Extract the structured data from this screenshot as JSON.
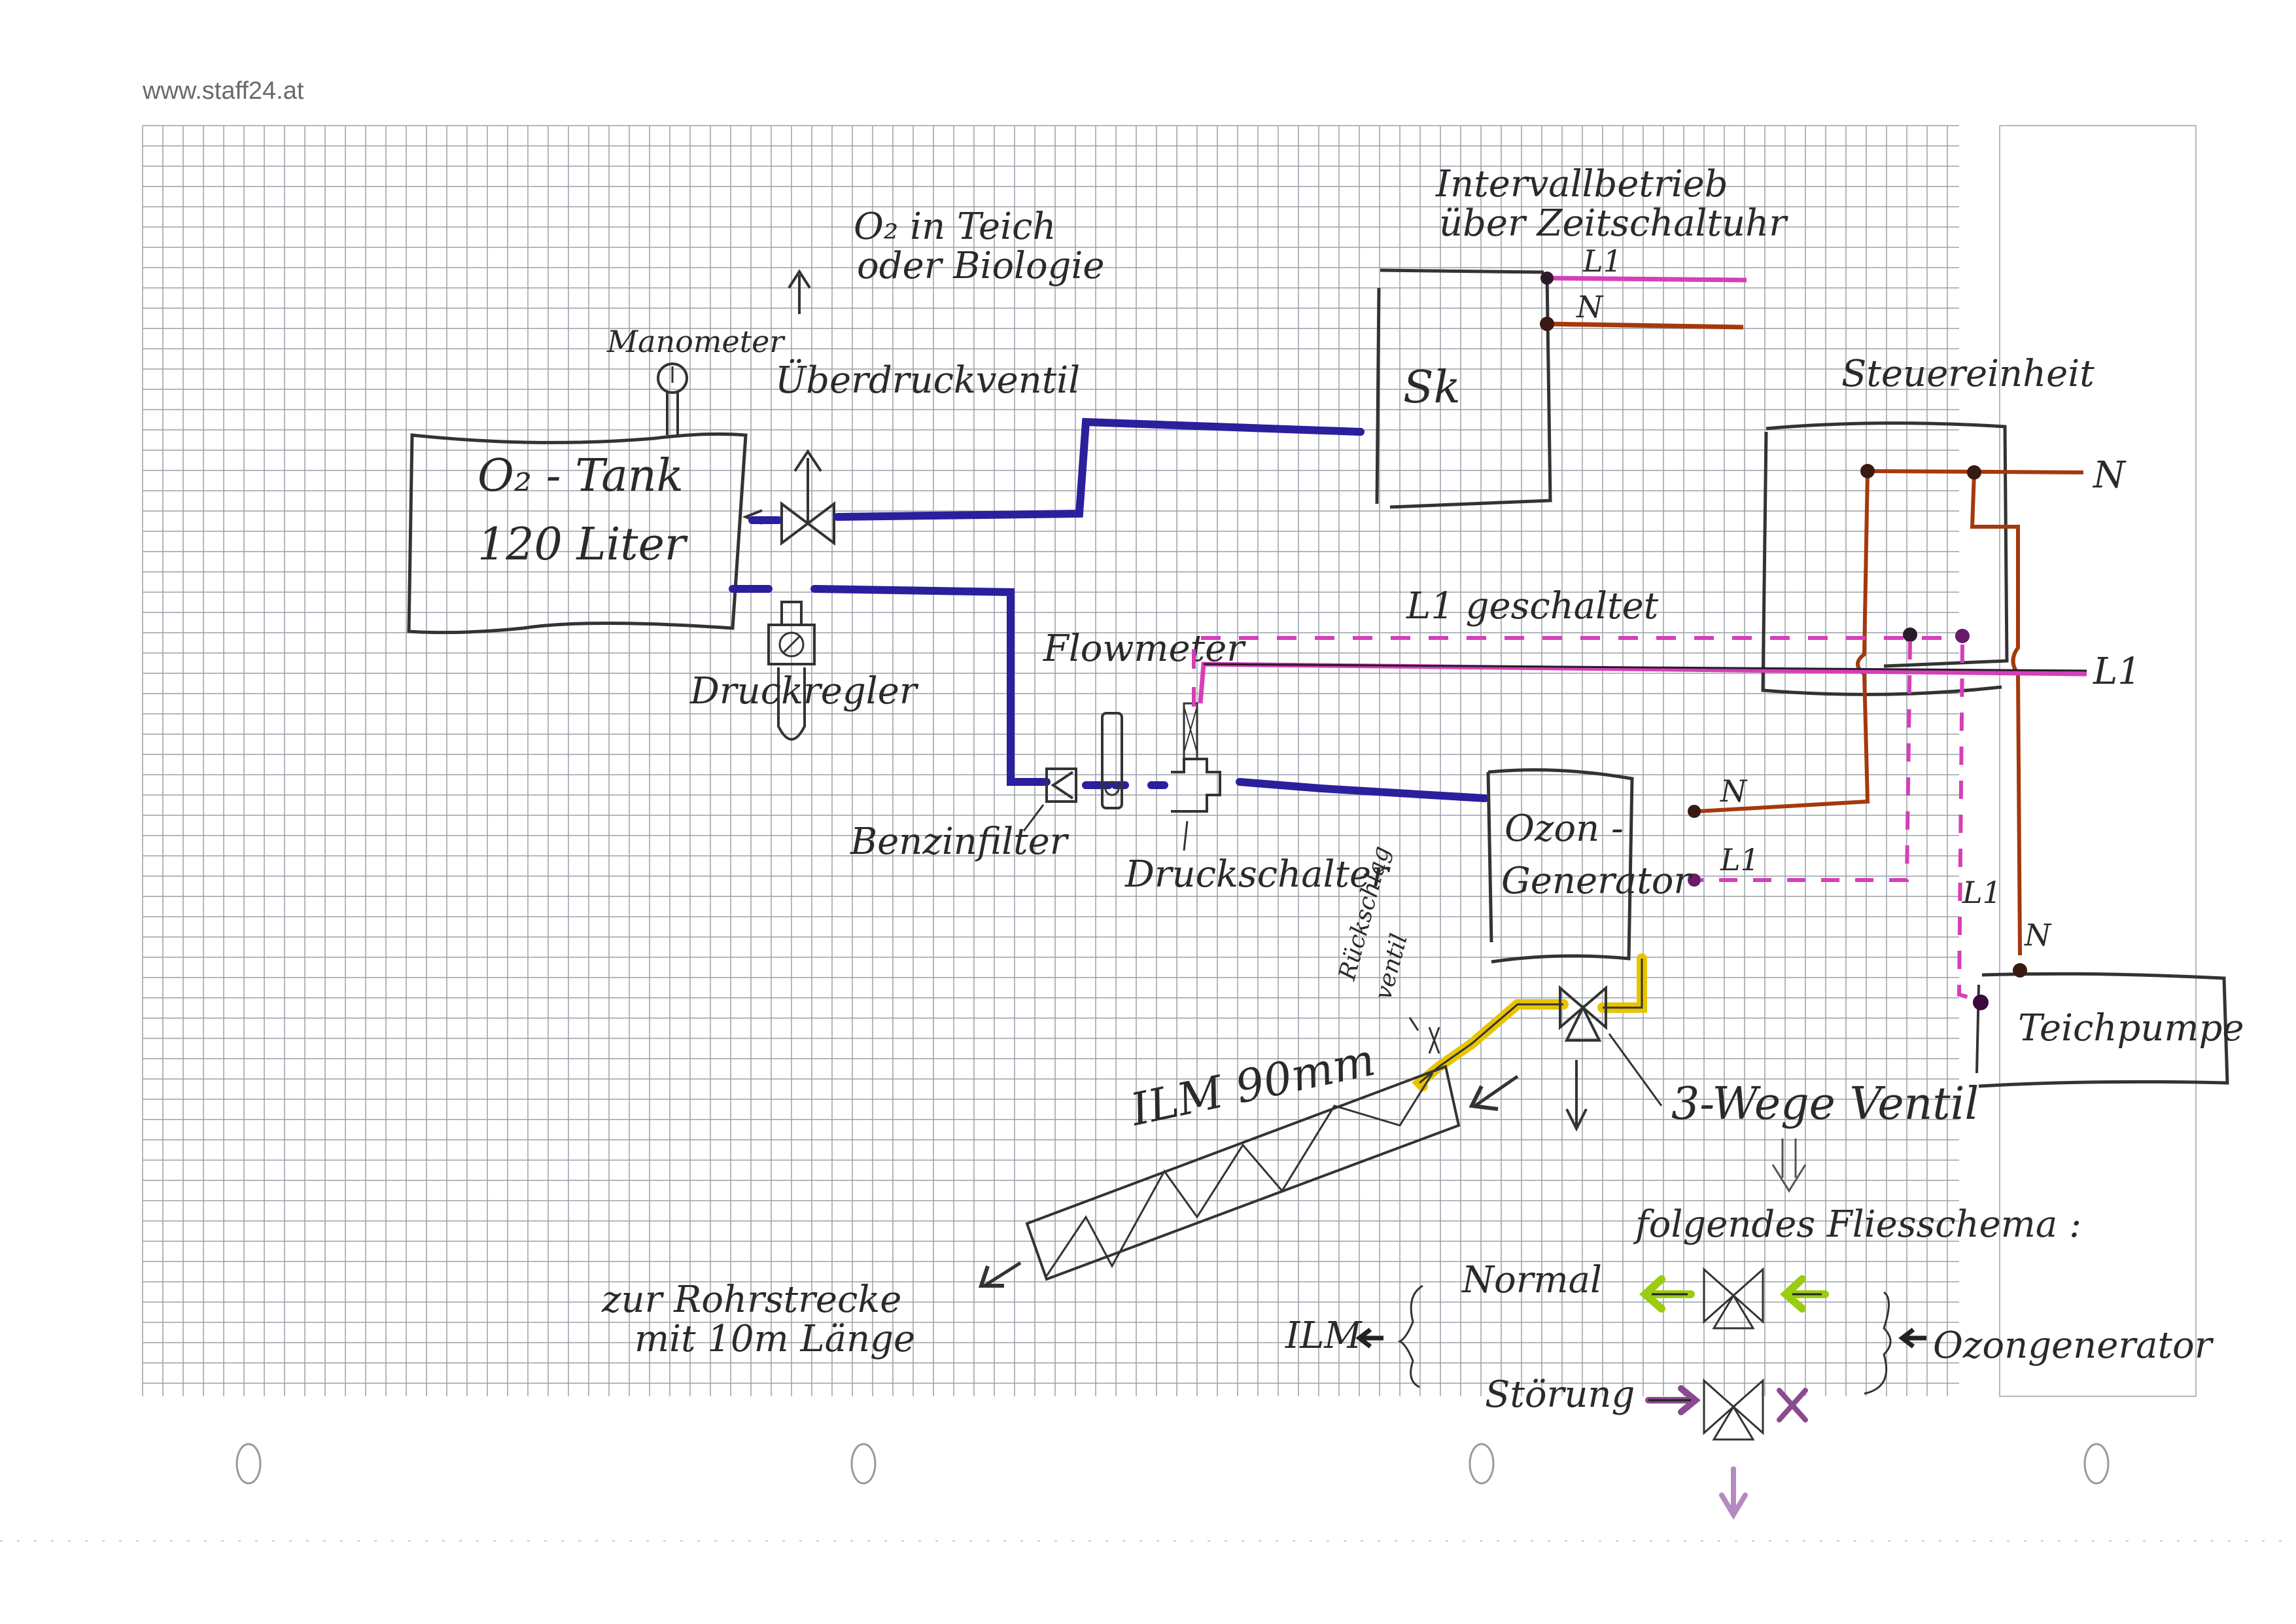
{
  "brand": "www.staff24.at",
  "colors": {
    "grid": "#9aa0aa",
    "pencil": "#333333",
    "o2_pipe": "#2a1f9c",
    "phase_l1": "#d63fb8",
    "neutral_n": "#a5380e",
    "ozone_pipe": "#e8c400",
    "normal_flow": "#9acc10",
    "fault_flow": "#8a4a90"
  },
  "labels": {
    "interval_title_1": "Intervallbetrieb",
    "interval_title_2": "über Zeitschaltuhr",
    "o2_dest_1": "O₂ in Teich",
    "o2_dest_2": "oder Biologie",
    "manometer": "Manometer",
    "relief_valve": "Überdruckventil",
    "tank_line1": "O₂ - Tank",
    "tank_line2": "120 Liter",
    "pressure_regulator": "Druckregler",
    "flowmeter": "Flowmeter",
    "fuel_filter": "Benzinfilter",
    "pressure_switch": "Druckschalter",
    "sk": "Sk",
    "control_unit": "Steuereinheit",
    "l1_switched": "L1 geschaltet",
    "ozone_gen_1": "Ozon -",
    "ozone_gen_2": "Generator",
    "pond_pump": "Teichpumpe",
    "check_valve_1": "Rückschlag",
    "check_valve_2": "ventil",
    "ilm": "ILM  90mm",
    "three_way_valve": "3-Wege Ventil",
    "pipe_run_1": "zur Rohrstrecke",
    "pipe_run_2": "mit 10m Länge",
    "flow_scheme": "folgendes Fliesschema :",
    "normal": "Normal",
    "fault": "Störung",
    "ilm_short": "ILM",
    "ozone_gen_legend": "Ozongenerator",
    "wire_l1": "L1",
    "wire_n": "N"
  }
}
